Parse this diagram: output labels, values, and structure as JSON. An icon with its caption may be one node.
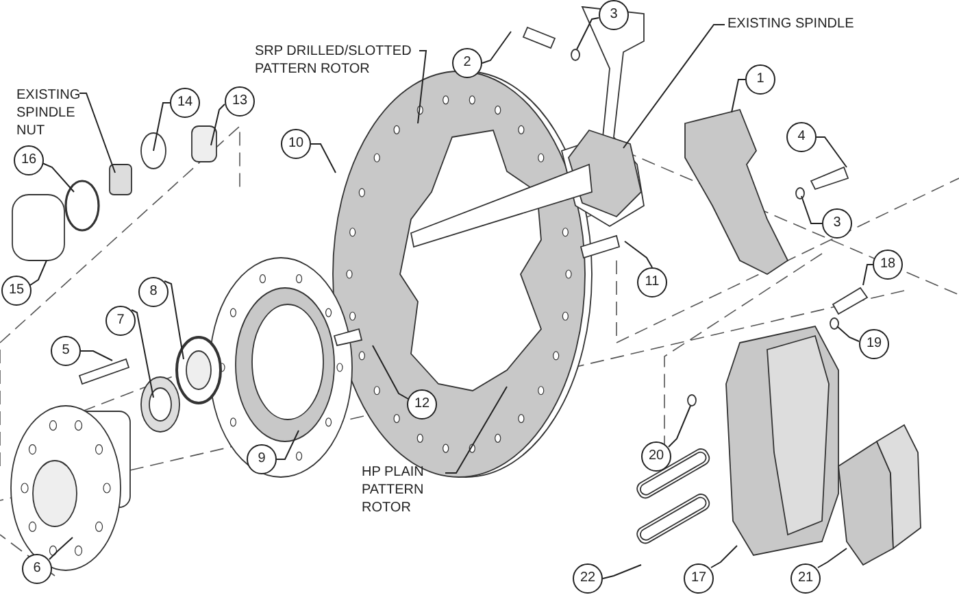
{
  "diagram": {
    "nodes": [
      {
        "text": [
          "1"
        ]
      },
      {
        "text": [
          "2"
        ]
      },
      {
        "text": [
          "3"
        ]
      },
      {
        "text": [
          "3"
        ]
      },
      {
        "text": [
          "4"
        ]
      },
      {
        "text": [
          "5"
        ]
      },
      {
        "text": [
          "6"
        ]
      },
      {
        "text": [
          "7"
        ]
      },
      {
        "text": [
          "8"
        ]
      },
      {
        "text": [
          "9"
        ]
      },
      {
        "text": [
          "10"
        ]
      },
      {
        "text": [
          "11"
        ]
      },
      {
        "text": [
          "12"
        ]
      },
      {
        "text": [
          "13"
        ]
      },
      {
        "text": [
          "14"
        ]
      },
      {
        "text": [
          "15"
        ]
      },
      {
        "text": [
          "16"
        ]
      },
      {
        "text": [
          "17"
        ]
      },
      {
        "text": [
          "18"
        ]
      },
      {
        "text": [
          "19"
        ]
      },
      {
        "text": [
          "20"
        ]
      },
      {
        "text": [
          "21"
        ]
      },
      {
        "text": [
          "22"
        ]
      },
      {
        "text": [
          "SRP DRILLED/SLOTTED PATTERN ROTOR"
        ]
      },
      {
        "text": [
          "EXISTING SPINDLE"
        ]
      },
      {
        "text": [
          "EXISTING SPINDLE NUT"
        ]
      },
      {
        "text": [
          "HP PLAIN PATTERN ROTOR"
        ]
      }
    ],
    "edges": [
      {
        "from": 0,
        "to": null,
        "arrow": "none"
      },
      {
        "from": 1,
        "to": null,
        "arrow": "none"
      },
      {
        "from": 2,
        "to": null,
        "arrow": "none"
      },
      {
        "from": 3,
        "to": null,
        "arrow": "none"
      },
      {
        "from": 4,
        "to": null,
        "arrow": "none"
      },
      {
        "from": 5,
        "to": null,
        "arrow": "none"
      },
      {
        "from": 6,
        "to": null,
        "arrow": "none"
      },
      {
        "from": 7,
        "to": null,
        "arrow": "none"
      },
      {
        "from": 8,
        "to": null,
        "arrow": "none"
      },
      {
        "from": 9,
        "to": null,
        "arrow": "none"
      },
      {
        "from": 10,
        "to": null,
        "arrow": "none"
      },
      {
        "from": 11,
        "to": null,
        "arrow": "none"
      },
      {
        "from": 12,
        "to": null,
        "arrow": "none"
      },
      {
        "from": 13,
        "to": null,
        "arrow": "none"
      },
      {
        "from": 14,
        "to": null,
        "arrow": "none"
      },
      {
        "from": 15,
        "to": null,
        "arrow": "none"
      },
      {
        "from": 16,
        "to": null,
        "arrow": "none"
      },
      {
        "from": 17,
        "to": null,
        "arrow": "none"
      },
      {
        "from": 18,
        "to": null,
        "arrow": "none"
      },
      {
        "from": 19,
        "to": null,
        "arrow": "none"
      },
      {
        "from": 20,
        "to": null,
        "arrow": "none"
      },
      {
        "from": 21,
        "to": null,
        "arrow": "none"
      },
      {
        "from": 22,
        "to": null,
        "arrow": "none"
      },
      {
        "from": 23,
        "to": null,
        "arrow": "none"
      },
      {
        "from": 24,
        "to": null,
        "arrow": "none"
      },
      {
        "from": 25,
        "to": null,
        "arrow": "none"
      },
      {
        "from": 26,
        "to": null,
        "arrow": "none"
      }
    ]
  }
}
